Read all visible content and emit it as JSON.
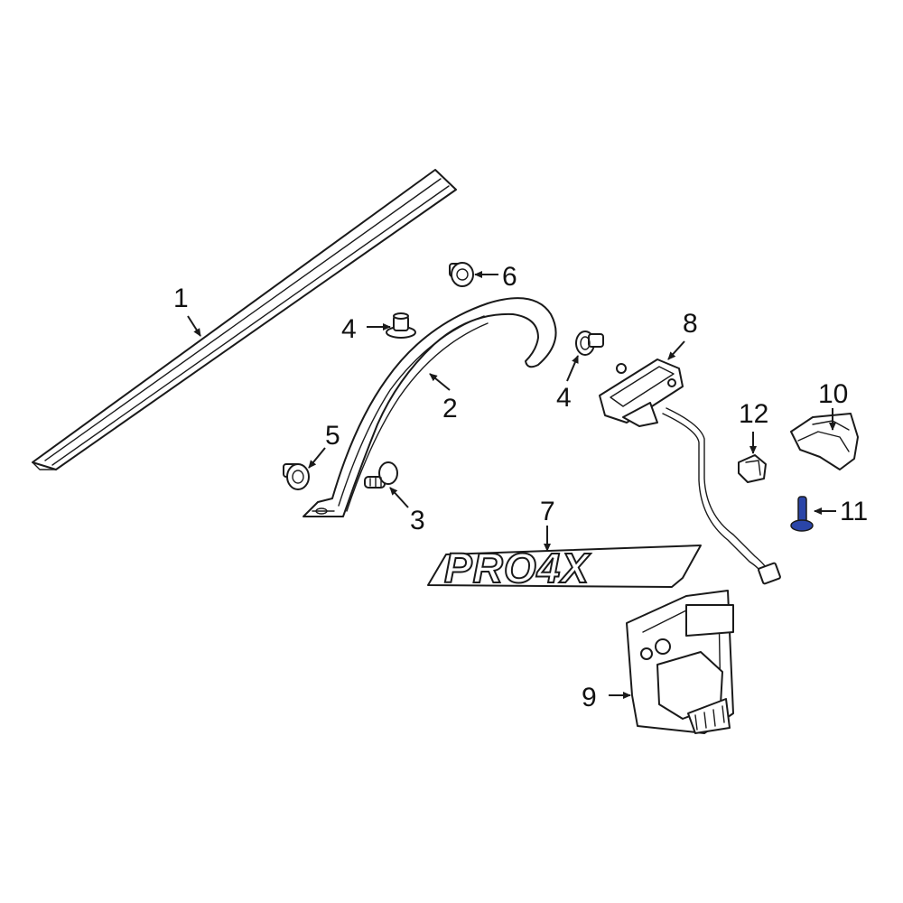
{
  "diagram": {
    "highlight_color": "#2a45a8",
    "emblem_text": "PRO4X",
    "callouts": [
      {
        "id": "c1",
        "label": "1"
      },
      {
        "id": "c2",
        "label": "2"
      },
      {
        "id": "c3",
        "label": "3"
      },
      {
        "id": "c4a",
        "label": "4"
      },
      {
        "id": "c4b",
        "label": "4"
      },
      {
        "id": "c5",
        "label": "5"
      },
      {
        "id": "c6",
        "label": "6"
      },
      {
        "id": "c7",
        "label": "7"
      },
      {
        "id": "c8",
        "label": "8"
      },
      {
        "id": "c9",
        "label": "9"
      },
      {
        "id": "c10",
        "label": "10"
      },
      {
        "id": "c11",
        "label": "11"
      },
      {
        "id": "c12",
        "label": "12"
      }
    ]
  }
}
